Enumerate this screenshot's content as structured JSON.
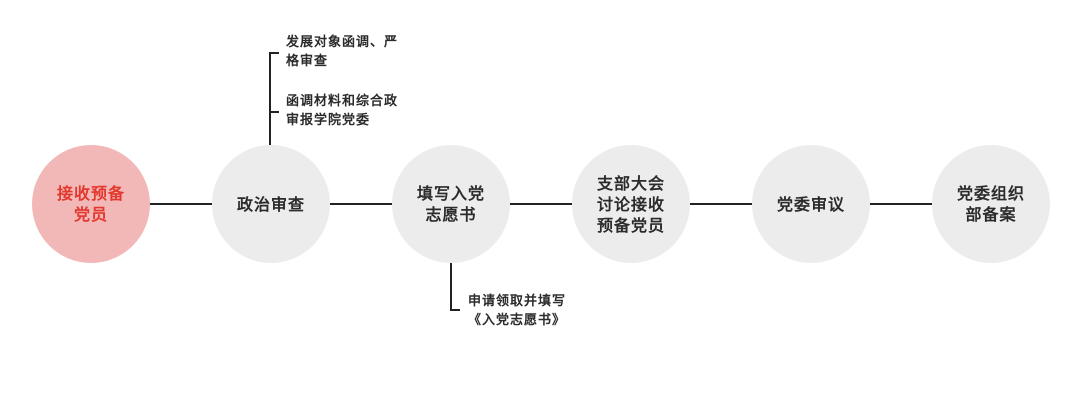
{
  "colors": {
    "highlight_fill": "#f2b8b8",
    "highlight_text": "#e2382e",
    "node_fill": "#ececec",
    "text": "#2b2b2b",
    "line": "#222222"
  },
  "steps": [
    {
      "label": "接收预备\n党员",
      "highlighted": true
    },
    {
      "label": "政治审查",
      "highlighted": false
    },
    {
      "label": "填写入党\n志愿书",
      "highlighted": false
    },
    {
      "label": "支部大会\n讨论接收\n预备党员",
      "highlighted": false
    },
    {
      "label": "党委审议",
      "highlighted": false
    },
    {
      "label": "党委组织\n部备案",
      "highlighted": false
    }
  ],
  "notes": {
    "political_review": [
      "发展对象函调、严\n格审查",
      "函调材料和综合政\n审报学院党委"
    ],
    "application_form": [
      "申请领取并填写\n《入党志愿书》"
    ]
  }
}
